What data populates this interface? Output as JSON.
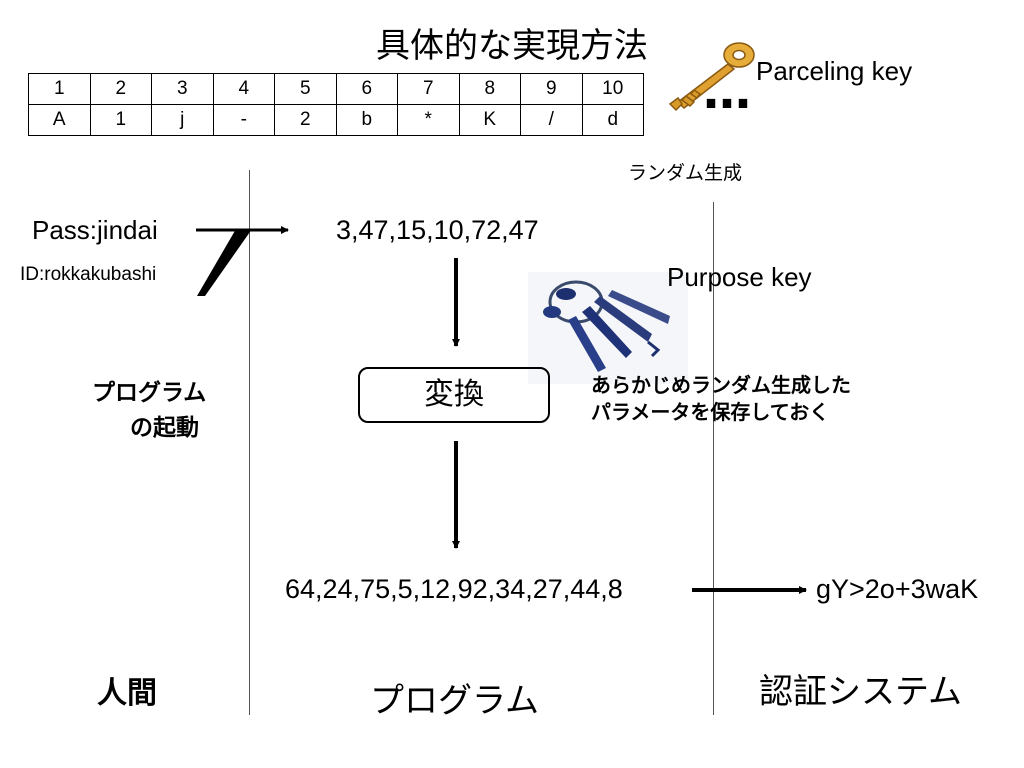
{
  "title": "具体的な実現方法",
  "mapping_table": {
    "header": [
      "1",
      "2",
      "3",
      "4",
      "5",
      "6",
      "7",
      "8",
      "9",
      "10"
    ],
    "row": [
      "A",
      "1",
      "j",
      "-",
      "2",
      "b",
      "*",
      "K",
      "/",
      "d"
    ]
  },
  "parceling_key": {
    "label": "Parceling key",
    "ellipsis": "…",
    "note": "ランダム生成",
    "icon": "gold-key-icon"
  },
  "purpose_key": {
    "label": "Purpose key",
    "note_line1": "あらかじめランダム生成した",
    "note_line2": "パラメータを保存しておく",
    "icon": "key-ring-icon"
  },
  "human": {
    "pass": "Pass:jindai",
    "id": "ID:rokkakubashi",
    "launch_line1": "プログラム",
    "launch_line2": "の起動",
    "column_label": "人間"
  },
  "program": {
    "input_sequence": "3,47,15,10,72,47",
    "convert_label": "変換",
    "output_sequence": "64,24,75,5,12,92,34,27,44,8",
    "column_label": "プログラム"
  },
  "auth_system": {
    "result": "gY>2o+3waK",
    "column_label": "認証システム"
  }
}
